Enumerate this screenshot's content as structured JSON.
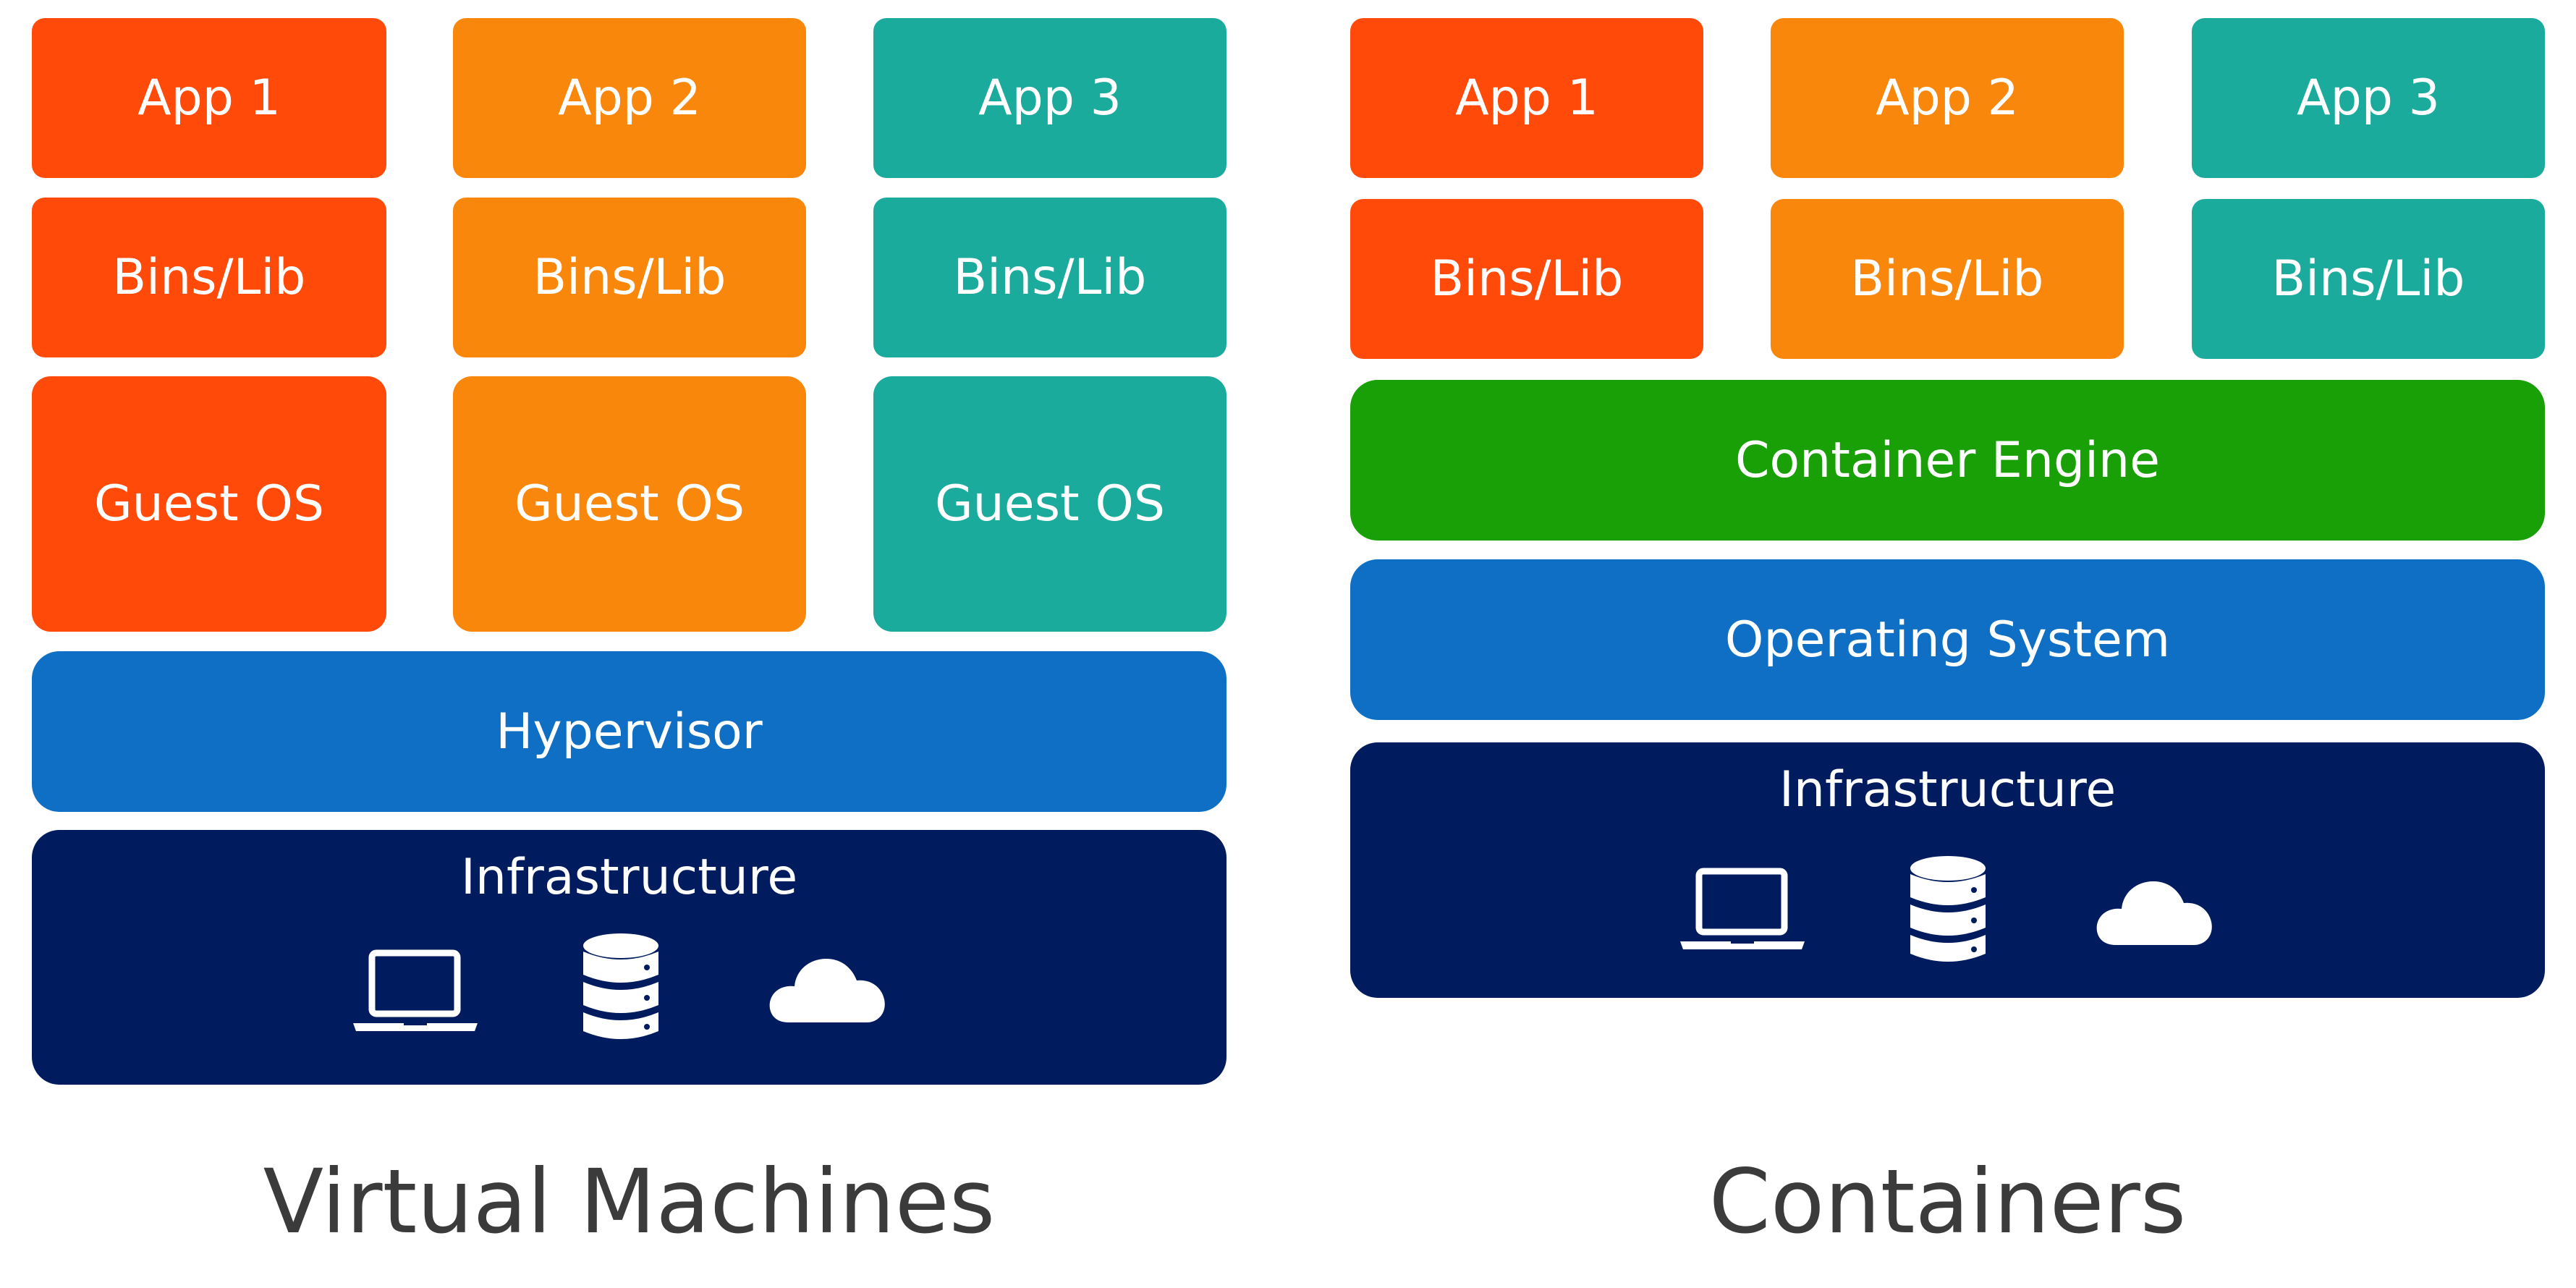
{
  "colors": {
    "app1": "#ff4a0a",
    "app2": "#f8870c",
    "app3": "#1aab9c",
    "container_engine": "#18a006",
    "os_hypervisor": "#0f6fc4",
    "infrastructure": "#001c5e",
    "caption": "#3b3b3b"
  },
  "vm": {
    "caption": "Virtual Machines",
    "apps": [
      "App 1",
      "App 2",
      "App 3"
    ],
    "bins": [
      "Bins/Lib",
      "Bins/Lib",
      "Bins/Lib"
    ],
    "guest_os": [
      "Guest OS",
      "Guest OS",
      "Guest OS"
    ],
    "hypervisor": "Hypervisor",
    "infrastructure": {
      "label": "Infrastructure",
      "icons": [
        "laptop-icon",
        "database-icon",
        "cloud-icon"
      ]
    }
  },
  "containers": {
    "caption": "Containers",
    "apps": [
      "App 1",
      "App 2",
      "App 3"
    ],
    "bins": [
      "Bins/Lib",
      "Bins/Lib",
      "Bins/Lib"
    ],
    "container_engine": "Container Engine",
    "operating_system": "Operating System",
    "infrastructure": {
      "label": "Infrastructure",
      "icons": [
        "laptop-icon",
        "database-icon",
        "cloud-icon"
      ]
    }
  }
}
